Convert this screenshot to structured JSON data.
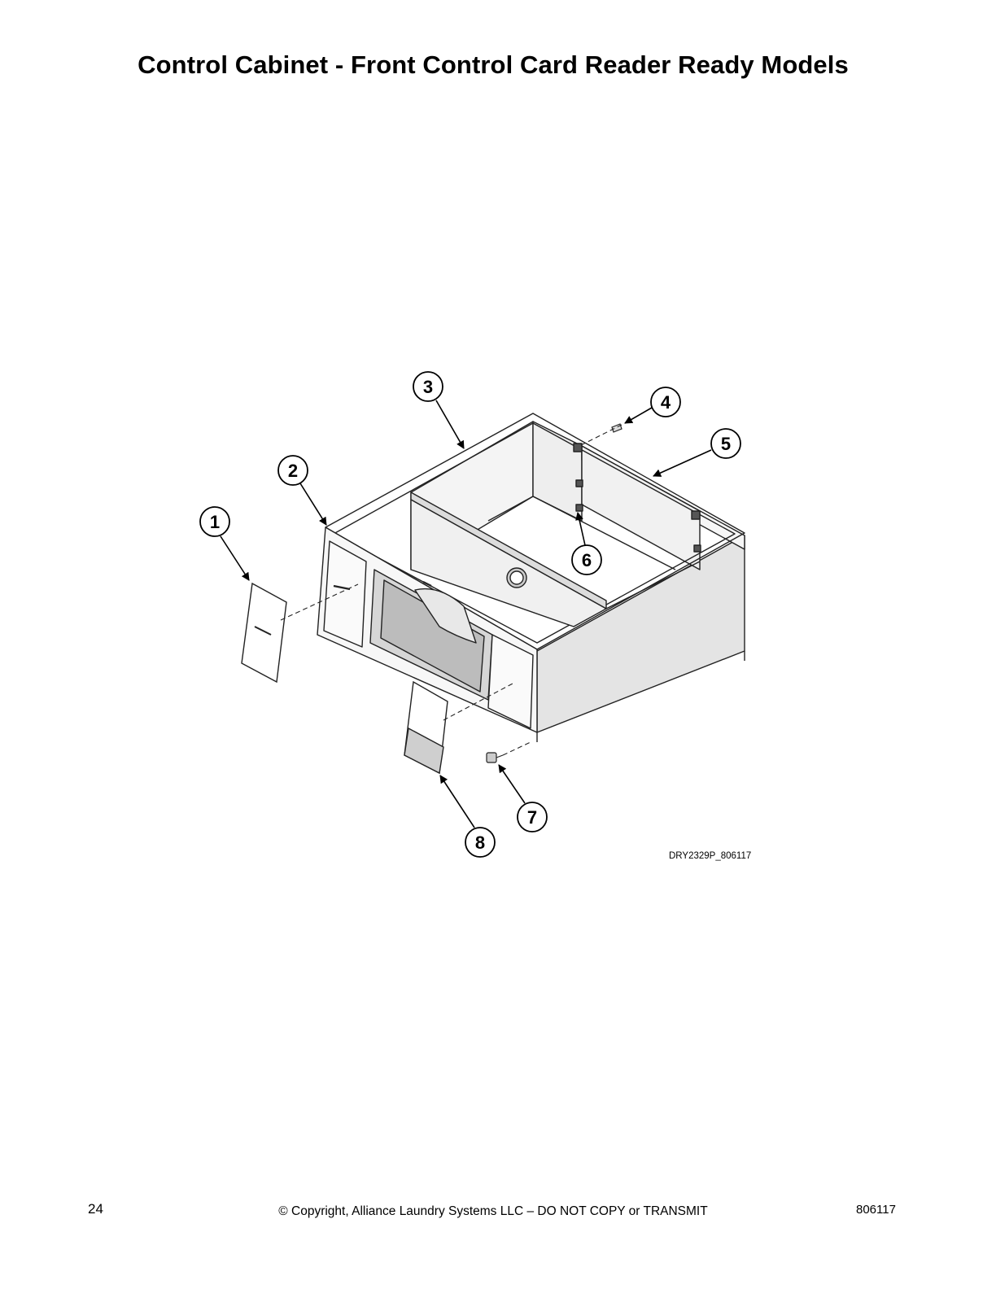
{
  "page": {
    "title": "Control Cabinet - Front Control Card Reader Ready Models",
    "page_number": "24",
    "copyright": "© Copyright, Alliance Laundry Systems LLC – DO NOT COPY or TRANSMIT",
    "document_number": "806117"
  },
  "diagram": {
    "drawing_id": "DRY2329P_806117",
    "callouts": [
      {
        "label": "1"
      },
      {
        "label": "2"
      },
      {
        "label": "3"
      },
      {
        "label": "4"
      },
      {
        "label": "5"
      },
      {
        "label": "6"
      },
      {
        "label": "7"
      },
      {
        "label": "8"
      }
    ]
  }
}
